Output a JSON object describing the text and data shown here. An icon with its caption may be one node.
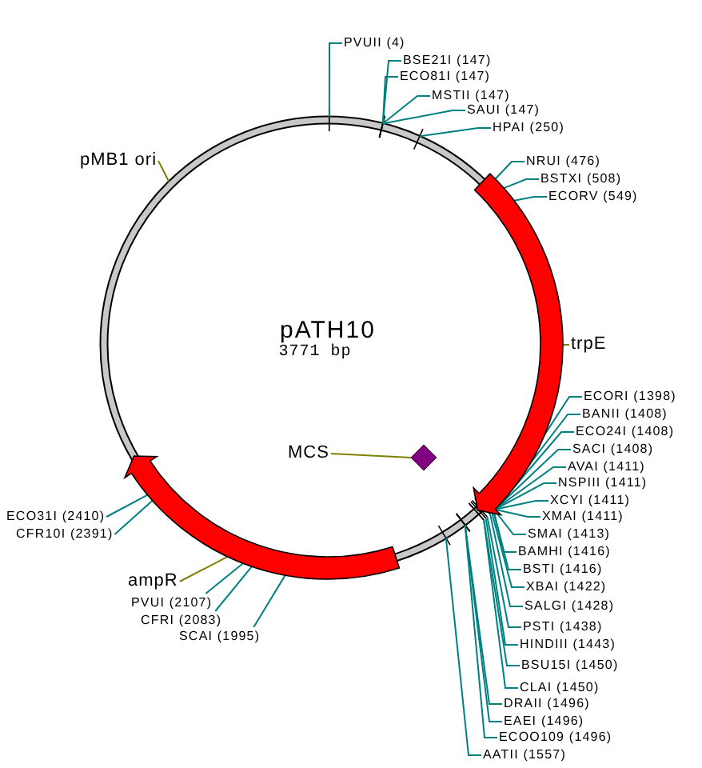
{
  "diagram": {
    "nodes": [
      {
        "text": [
          "pATH10",
          "3771 bp"
        ]
      },
      {
        "text": [
          "PVUII (4)"
        ]
      },
      {
        "text": [
          "BSE21I (147)"
        ]
      },
      {
        "text": [
          "ECO81I (147)"
        ]
      },
      {
        "text": [
          "MSTII (147)"
        ]
      },
      {
        "text": [
          "SAUI (147)"
        ]
      },
      {
        "text": [
          "HPAI (250)"
        ]
      },
      {
        "text": [
          "pMB1 ori"
        ]
      },
      {
        "text": [
          "NRUI (476)"
        ]
      },
      {
        "text": [
          "BSTXI (508)"
        ]
      },
      {
        "text": [
          "ECORV (549)"
        ]
      },
      {
        "text": [],
        "shape": "arc"
      },
      {
        "text": [
          "trpE"
        ]
      },
      {
        "text": [
          "ECORI (1398)"
        ]
      },
      {
        "text": [
          "BANII (1408)"
        ]
      },
      {
        "text": [
          "ECO24I (1408)"
        ]
      },
      {
        "text": [
          "SACI (1408)"
        ]
      },
      {
        "text": [
          "AVAI (1411)"
        ]
      },
      {
        "text": [
          "NSPIII (1411)"
        ]
      },
      {
        "text": [
          "XCYI (1411)"
        ]
      },
      {
        "text": [
          "XMAI (1411)"
        ]
      },
      {
        "text": [],
        "shape": "diamond",
        "in": 0
      },
      {
        "text": [
          "MCS"
        ],
        "in": 0
      },
      {
        "text": [
          "ECO31I (2410)"
        ]
      },
      {
        "text": [
          "SMAI (1413)"
        ]
      },
      {
        "text": [
          "CFR10I (2391)"
        ]
      },
      {
        "text": [
          "BAMHI (1416)"
        ]
      },
      {
        "text": [
          "BSTI (1416)"
        ]
      },
      {
        "text": [
          "XBAI (1422)"
        ]
      },
      {
        "text": [
          "SALGI (1428)"
        ]
      },
      {
        "text": [],
        "shape": "arc"
      },
      {
        "text": [
          "ampR"
        ]
      },
      {
        "text": [
          "PSTI (1438)"
        ]
      },
      {
        "text": [
          "PVUI (2107)"
        ]
      },
      {
        "text": [
          "HINDIII (1443)"
        ]
      },
      {
        "text": [
          "CFRI (2083)"
        ]
      },
      {
        "text": [
          "BSU15I (1450)"
        ]
      },
      {
        "text": [
          "SCAI (1995)"
        ]
      },
      {
        "text": [
          "CLAI (1450)"
        ]
      },
      {
        "text": [
          "DRAII (1496)"
        ]
      },
      {
        "text": [
          "EAEI (1496)"
        ]
      },
      {
        "text": [
          "ECOO109 (1496)"
        ]
      },
      {
        "text": [
          "AATII (1557)"
        ]
      }
    ],
    "edges": [
      {
        "from": 1,
        "to": 0,
        "arrow": "none"
      },
      {
        "from": 2,
        "to": 0,
        "arrow": "none"
      },
      {
        "from": 3,
        "to": 0,
        "arrow": "none"
      },
      {
        "from": 4,
        "to": 0,
        "arrow": "none"
      },
      {
        "from": 5,
        "to": 0,
        "arrow": "none"
      },
      {
        "from": 6,
        "to": 0,
        "arrow": "none"
      },
      {
        "from": 7,
        "to": 0,
        "arrow": "none",
        "color": "#808000"
      },
      {
        "from": 8,
        "to": 11,
        "arrow": "none"
      },
      {
        "from": 9,
        "to": 11,
        "arrow": "none"
      },
      {
        "from": 10,
        "to": 11,
        "arrow": "none"
      },
      {
        "from": 12,
        "to": 11,
        "arrow": "none",
        "color": "#808000"
      },
      {
        "from": 13,
        "to": 11,
        "arrow": "none"
      },
      {
        "from": 14,
        "to": 11,
        "arrow": "none"
      },
      {
        "from": 15,
        "to": 11,
        "arrow": "none"
      },
      {
        "from": 16,
        "to": 11,
        "arrow": "none"
      },
      {
        "from": 17,
        "to": 11,
        "arrow": "none"
      },
      {
        "from": 18,
        "to": 11,
        "arrow": "none"
      },
      {
        "from": 19,
        "to": 11,
        "arrow": "none"
      },
      {
        "from": 20,
        "to": 11,
        "arrow": "none"
      },
      {
        "from": 22,
        "to": 21,
        "arrow": "none",
        "color": "#808000"
      },
      {
        "from": 23,
        "to": 30,
        "arrow": "none"
      },
      {
        "from": 24,
        "to": 11,
        "arrow": "none"
      },
      {
        "from": 25,
        "to": 30,
        "arrow": "none"
      },
      {
        "from": 26,
        "to": 11,
        "arrow": "none"
      },
      {
        "from": 27,
        "to": 11,
        "arrow": "none"
      },
      {
        "from": 28,
        "to": 11,
        "arrow": "none"
      },
      {
        "from": 29,
        "to": 11,
        "arrow": "none"
      },
      {
        "from": 31,
        "to": 30,
        "arrow": "none",
        "color": "#808000"
      },
      {
        "from": 32,
        "to": 11,
        "arrow": "none"
      },
      {
        "from": 33,
        "to": 30,
        "arrow": "none"
      },
      {
        "from": 34,
        "to": 11,
        "arrow": "none"
      },
      {
        "from": 35,
        "to": 30,
        "arrow": "none"
      },
      {
        "from": 36,
        "to": 11,
        "arrow": "none"
      },
      {
        "from": 37,
        "to": 30,
        "arrow": "none"
      },
      {
        "from": 38,
        "to": 11,
        "arrow": "none"
      },
      {
        "from": 39,
        "to": 0,
        "arrow": "none"
      },
      {
        "from": 40,
        "to": 0,
        "arrow": "none"
      },
      {
        "from": 41,
        "to": 0,
        "arrow": "none"
      },
      {
        "from": 42,
        "to": 0,
        "arrow": "none"
      }
    ]
  }
}
